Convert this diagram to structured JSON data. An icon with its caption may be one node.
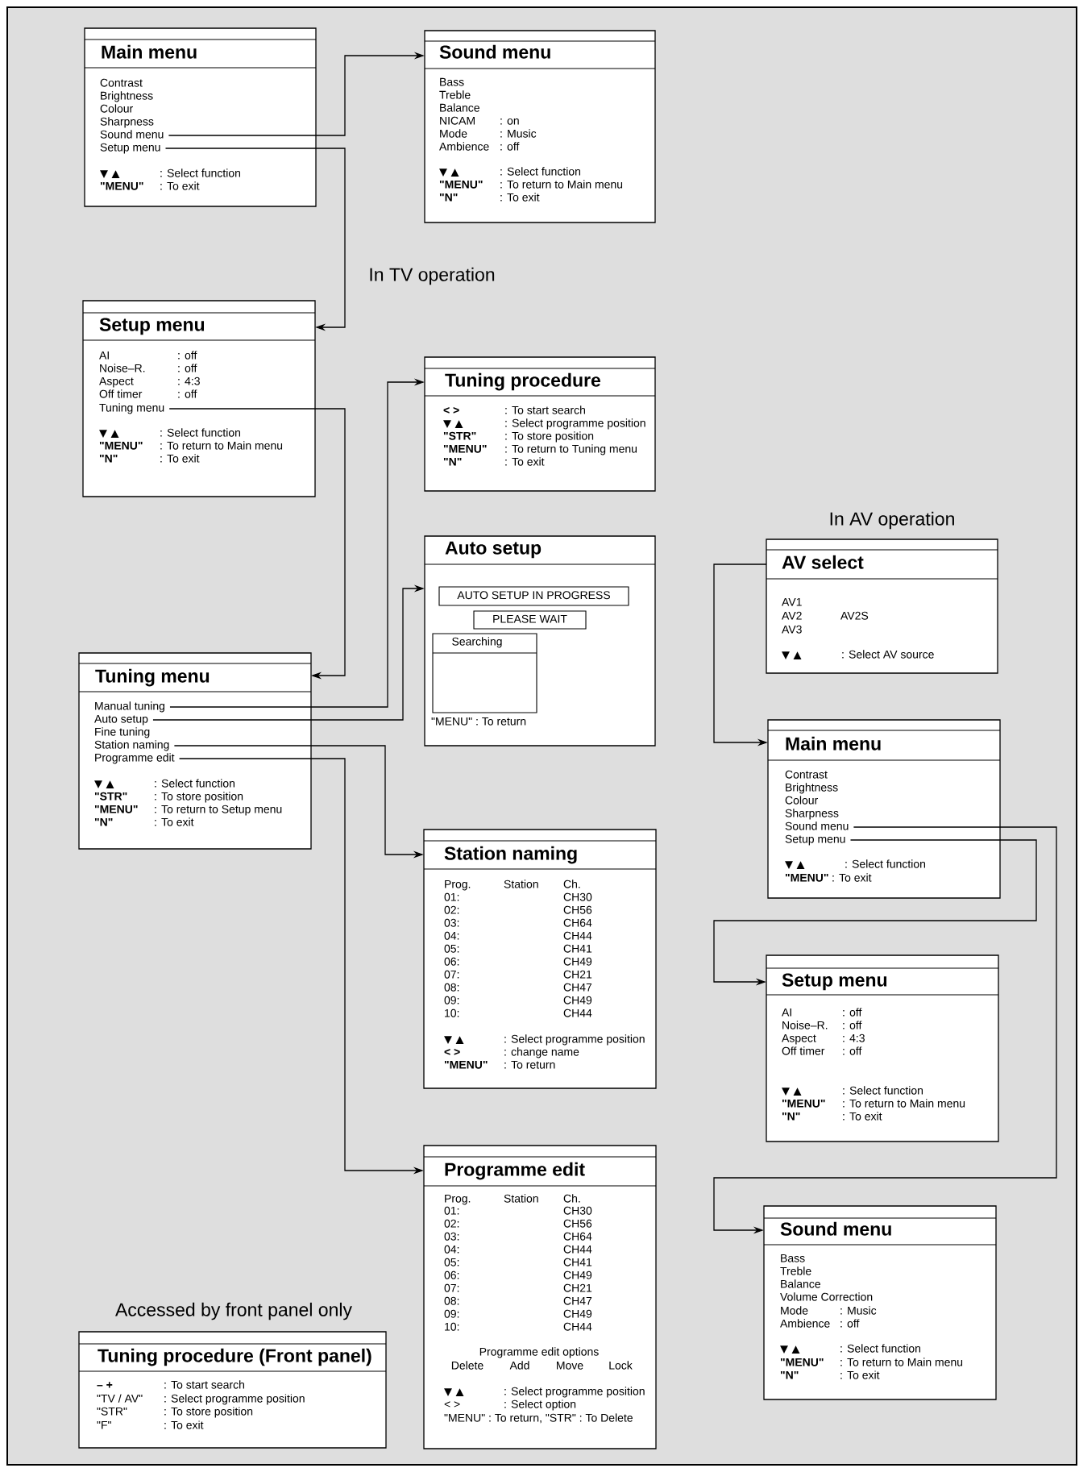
{
  "diagram": {
    "nodes": [
      {
        "text": [
          "Main menu",
          "Contrast",
          "Brightness",
          "Colour",
          "Sharpness",
          "▼ ▲",
          ": Select function",
          "\"MENU\"",
          ": To exit"
        ]
      },
      {
        "text": [
          "Sound menu"
        ],
        "in": 0
      },
      {
        "text": [
          "Setup menu"
        ],
        "in": 0
      },
      {
        "text": [
          "Sound menu",
          "Bass",
          "Treble",
          "Balance",
          "NICAM",
          ": on",
          "Mode",
          ": Music",
          "Ambience",
          ": off",
          "▼ ▲",
          ": Select function",
          "\"MENU\"",
          ": To return to Main menu",
          "\"N\"",
          ": To exit"
        ]
      },
      {
        "text": [
          "Setup menu",
          "AI",
          ": off",
          "Noise–R.",
          ": off",
          "Aspect",
          ": 4:3",
          "Off timer",
          ": off",
          "▼ ▲",
          ": Select function",
          "\"MENU\"",
          ": To return to Main menu",
          "\"N\"",
          ": To exit"
        ]
      },
      {
        "text": [
          "Tuning menu"
        ],
        "in": 4
      },
      {
        "text": [
          "Tuning procedure",
          "< >",
          ": To start search",
          "▼ ▲",
          ": Select programme position",
          "\"STR\"",
          ": To store position",
          "\"MENU\"",
          ": To return to Tuning menu",
          "\"N\"",
          ": To exit"
        ]
      },
      {
        "text": [
          "Auto setup",
          "\"MENU\" : To return"
        ]
      },
      {
        "text": [
          "AUTO SETUP IN PROGRESS"
        ],
        "in": 7
      },
      {
        "text": [
          "PLEASE WAIT"
        ],
        "in": 7
      },
      {
        "text": [
          "Searching"
        ],
        "in": 7
      },
      {
        "text": [
          "Tuning menu",
          "Fine tuning",
          "▼ ▲",
          ": Select function",
          "\"STR\"",
          ": To store position",
          "\"MENU\"",
          ": To return to Setup menu",
          "\"N\"",
          ": To exit"
        ]
      },
      {
        "text": [
          "Manual tuning"
        ],
        "in": 11
      },
      {
        "text": [
          "Auto setup"
        ],
        "in": 11
      },
      {
        "text": [
          "Station naming"
        ],
        "in": 11
      },
      {
        "text": [
          "Programme edit"
        ],
        "in": 11
      },
      {
        "text": [
          "Station naming",
          "Prog.",
          "Station",
          "Ch.",
          "01:",
          "CH30",
          "02:",
          "CH56",
          "03:",
          "CH64",
          "04:",
          "CH44",
          "05:",
          "CH41",
          "06:",
          "CH49",
          "07:",
          "CH21",
          "08:",
          "CH47",
          "09:",
          "CH49",
          "10:",
          "CH44",
          "▼ ▲",
          ": Select programme position",
          "< >",
          ": change name",
          "\"MENU\"",
          ": To return"
        ]
      },
      {
        "text": [
          "Programme edit",
          "Prog.",
          "Station",
          "Ch.",
          "01:",
          "CH30",
          "02:",
          "CH56",
          "03:",
          "CH64",
          "04:",
          "CH44",
          "05:",
          "CH41",
          "06:",
          "CH49",
          "07:",
          "CH21",
          "08:",
          "CH47",
          "09:",
          "CH49",
          "10:",
          "CH44",
          "Programme edit options",
          "Delete",
          "Add",
          "Move",
          "Lock",
          "▼ ▲",
          ": Select programme position",
          "< >",
          ": Select option",
          "\"MENU\" : To return, \"STR\" : To Delete"
        ]
      },
      {
        "text": [
          "Tuning procedure (Front panel)",
          "– +",
          ": To start search",
          "\"TV / AV\"",
          ": Select programme position",
          "\"STR\"",
          ": To store position",
          "\"F\"",
          ": To exit"
        ],
        "beside": [
          "Accessed by front panel only"
        ]
      },
      {
        "text": [
          "AV select",
          "AV1",
          "AV2",
          "AV2S",
          "AV3",
          "▼ ▲",
          ": Select AV source"
        ]
      },
      {
        "text": [
          "Main menu",
          "Contrast",
          "Brightness",
          "Colour",
          "Sharpness",
          "▼ ▲",
          ": Select function",
          "\"MENU\"",
          ": To exit"
        ]
      },
      {
        "text": [
          "Sound menu"
        ],
        "in": 20
      },
      {
        "text": [
          "Setup menu"
        ],
        "in": 20
      },
      {
        "text": [
          "Setup menu",
          "AI",
          ": off",
          "Noise–R.",
          ": off",
          "Aspect",
          ": 4:3",
          "Off timer",
          ": off",
          "▼ ▲",
          ": Select function",
          "\"MENU\"",
          ": To return to Main menu",
          "\"N\"",
          ": To exit"
        ]
      },
      {
        "text": [
          "Sound menu",
          "Bass",
          "Treble",
          "Balance",
          "Volume Correction",
          "Mode",
          ": Music",
          "Ambience",
          ": off",
          "▼ ▲",
          ": Select function",
          "\"MENU\"",
          ": To return to Main menu",
          "\"N\"",
          ": To exit"
        ]
      }
    ],
    "edges": [
      {
        "from": 1,
        "to": 3,
        "arrow": "to"
      },
      {
        "from": 2,
        "to": 4,
        "arrow": "to"
      },
      {
        "from": 5,
        "to": 11,
        "arrow": "to"
      },
      {
        "from": 12,
        "to": 6,
        "arrow": "to"
      },
      {
        "from": 13,
        "to": 7,
        "arrow": "to"
      },
      {
        "from": 14,
        "to": 16,
        "arrow": "to"
      },
      {
        "from": 15,
        "to": 17,
        "arrow": "to"
      },
      {
        "from": 19,
        "to": 20,
        "arrow": "to"
      },
      {
        "from": 22,
        "to": 23,
        "arrow": "to"
      },
      {
        "from": 21,
        "to": 24,
        "arrow": "to"
      }
    ],
    "labels": [
      "In TV operation",
      "In AV operation"
    ]
  }
}
